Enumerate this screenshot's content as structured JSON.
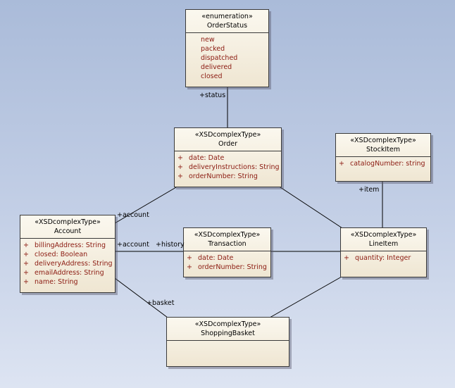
{
  "classes": {
    "order_status": {
      "stereotype": "«enumeration»",
      "name": "OrderStatus",
      "literals": [
        "new",
        "packed",
        "dispatched",
        "delivered",
        "closed"
      ]
    },
    "order": {
      "stereotype": "«XSDcomplexType»",
      "name": "Order",
      "attributes": [
        {
          "vis": "+",
          "text": "date:  Date"
        },
        {
          "vis": "+",
          "text": "deliveryInstructions:  String"
        },
        {
          "vis": "+",
          "text": "orderNumber:  String"
        }
      ]
    },
    "stock_item": {
      "stereotype": "«XSDcomplexType»",
      "name": "StockItem",
      "attributes": [
        {
          "vis": "+",
          "text": "catalogNumber:  string"
        }
      ]
    },
    "account": {
      "stereotype": "«XSDcomplexType»",
      "name": "Account",
      "attributes": [
        {
          "vis": "+",
          "text": "billingAddress:  String"
        },
        {
          "vis": "+",
          "text": "closed:  Boolean"
        },
        {
          "vis": "+",
          "text": "deliveryAddress:  String"
        },
        {
          "vis": "+",
          "text": "emailAddress:  String"
        },
        {
          "vis": "+",
          "text": "name:  String"
        }
      ]
    },
    "transaction": {
      "stereotype": "«XSDcomplexType»",
      "name": "Transaction",
      "attributes": [
        {
          "vis": "+",
          "text": "date:  Date"
        },
        {
          "vis": "+",
          "text": "orderNumber:  String"
        }
      ]
    },
    "line_item": {
      "stereotype": "«XSDcomplexType»",
      "name": "LineItem",
      "attributes": [
        {
          "vis": "+",
          "text": "quantity:  Integer"
        }
      ]
    },
    "shopping_basket": {
      "stereotype": "«XSDcomplexType»",
      "name": "ShoppingBasket",
      "attributes": []
    }
  },
  "roles": {
    "status": "+status",
    "item": "+item",
    "account_order": "+account",
    "account_transaction": "+account",
    "history": "+history",
    "basket": "+basket"
  }
}
